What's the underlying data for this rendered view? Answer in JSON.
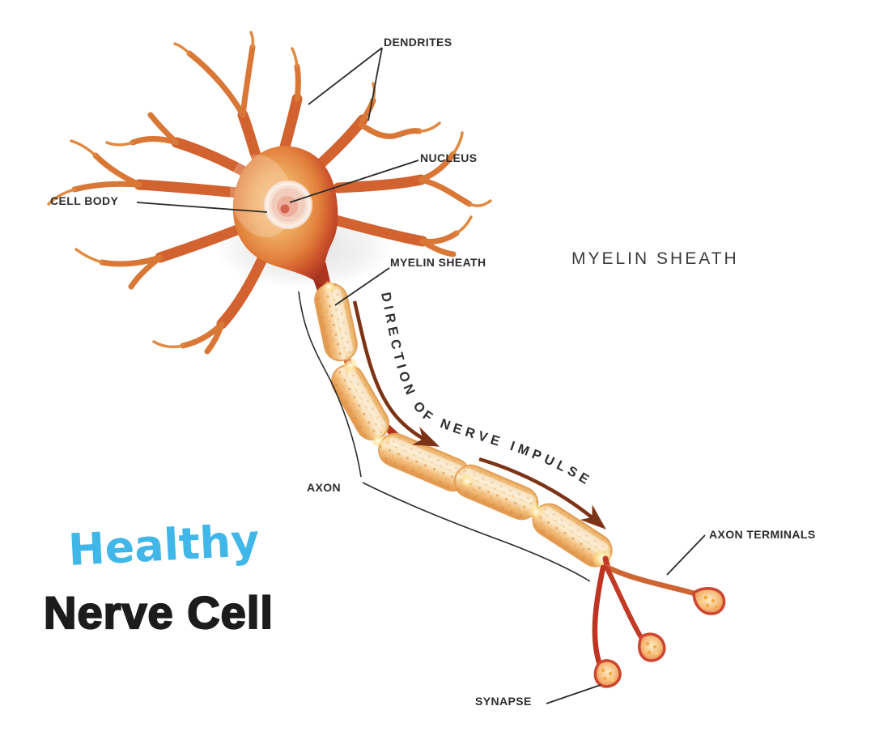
{
  "diagram": {
    "title": {
      "line1": "Healthy",
      "line2": "Nerve Cell"
    },
    "labels": {
      "dendrites": "DENDRITES",
      "nucleus": "NUCLEUS",
      "cell_body": "CELL BODY",
      "myelin_sheath_pointer": "MYELIN SHEATH",
      "myelin_sheath_heading": "MYELIN SHEATH",
      "axon": "AXON",
      "axon_terminals": "AXON TERMINALS",
      "synapse": "SYNAPSE",
      "impulse_direction": "DIRECTION OF NERVE IMPULSE"
    },
    "colors": {
      "background": "#FFFFFF",
      "title_line1": "#41B6E9",
      "title_line2": "#1C1C1C",
      "label_text": "#2D2D2D",
      "heading_text": "#3B3B3B",
      "leader_line": "#2B2B2B",
      "impulse_arrow": "#7D3416",
      "neuron_orange": "#E08A42",
      "neuron_dark_red": "#B13A22",
      "myelin_light": "#FBEACB",
      "synapse_dot_yellow": "#F3A93F"
    }
  }
}
